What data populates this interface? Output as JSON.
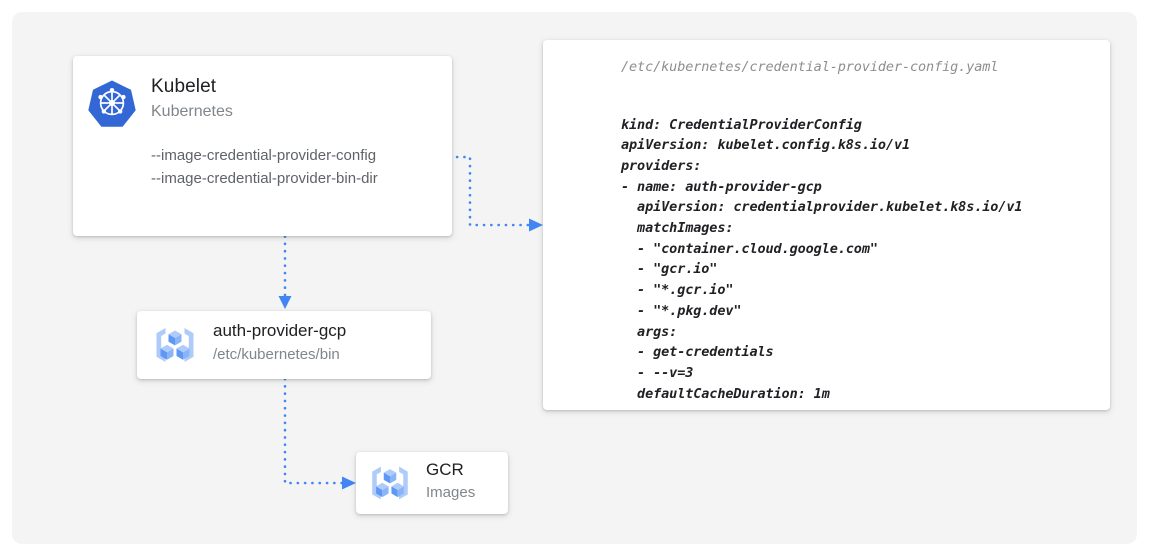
{
  "canvas": {
    "background_color": "#f4f4f4",
    "page_background_color": "#ffffff"
  },
  "theme": {
    "accent_color": "#4285f4",
    "icon_light_blue": "#aecbfa",
    "icon_blue": "#5e97f6",
    "icon_mid_blue": "#8ab4f8",
    "title_color": "#202124",
    "muted_color": "#80868b",
    "flag_color": "#5f6368",
    "code_path_color": "#8e8e8e"
  },
  "nodes": {
    "kubelet": {
      "icon": "kubernetes-icon",
      "title": "Kubelet",
      "subtitle": "Kubernetes",
      "flags": [
        "--image-credential-provider-config",
        "--image-credential-provider-bin-dir"
      ]
    },
    "auth_provider": {
      "icon": "container-registry-icon",
      "title": "auth-provider-gcp",
      "subtitle": "/etc/kubernetes/bin"
    },
    "gcr": {
      "icon": "container-registry-icon",
      "title": "GCR",
      "subtitle": "Images"
    }
  },
  "yaml_panel": {
    "file_path": "/etc/kubernetes/credential-provider-config.yaml",
    "content": "kind: CredentialProviderConfig\napiVersion: kubelet.config.k8s.io/v1\nproviders:\n- name: auth-provider-gcp\n  apiVersion: credentialprovider.kubelet.k8s.io/v1\n  matchImages:\n  - \"container.cloud.google.com\"\n  - \"gcr.io\"\n  - \"*.gcr.io\"\n  - \"*.pkg.dev\"\n  args:\n  - get-credentials\n  - --v=3\n  defaultCacheDuration: 1m"
  },
  "connectors": [
    {
      "name": "kubelet-to-config",
      "from": "kubelet",
      "to": "yaml_panel",
      "style": "dotted",
      "arrow": "right"
    },
    {
      "name": "kubelet-to-auth-provider",
      "from": "kubelet",
      "to": "auth_provider",
      "style": "dotted",
      "arrow": "down"
    },
    {
      "name": "auth-provider-to-gcr",
      "from": "auth_provider",
      "to": "gcr",
      "style": "dotted",
      "arrow": "right"
    }
  ]
}
